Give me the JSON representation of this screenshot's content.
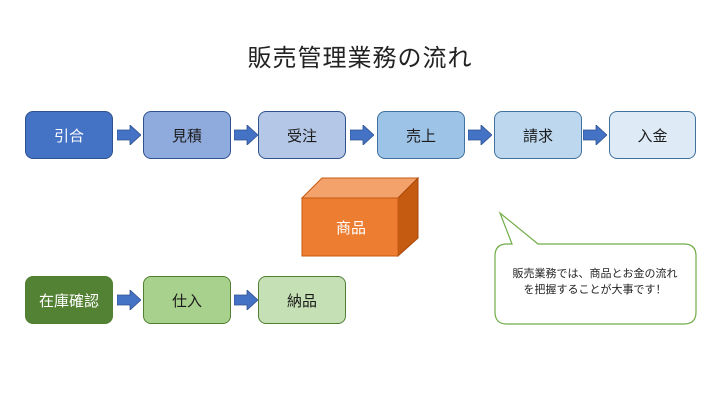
{
  "title": "販売管理業務の流れ",
  "flow_main": {
    "steps": [
      "引合",
      "見積",
      "受注",
      "売上",
      "請求",
      "入金"
    ]
  },
  "flow_stock": {
    "steps": [
      "在庫確認",
      "仕入",
      "納品"
    ]
  },
  "product": {
    "label": "商品"
  },
  "callout": {
    "line1": "販売業務では、商品とお金の流れ",
    "line2": "を把握することが大事です！"
  },
  "colors": {
    "arrow": "#4472c4",
    "cube": "#ed7d31",
    "callout_border": "#70ad47"
  }
}
